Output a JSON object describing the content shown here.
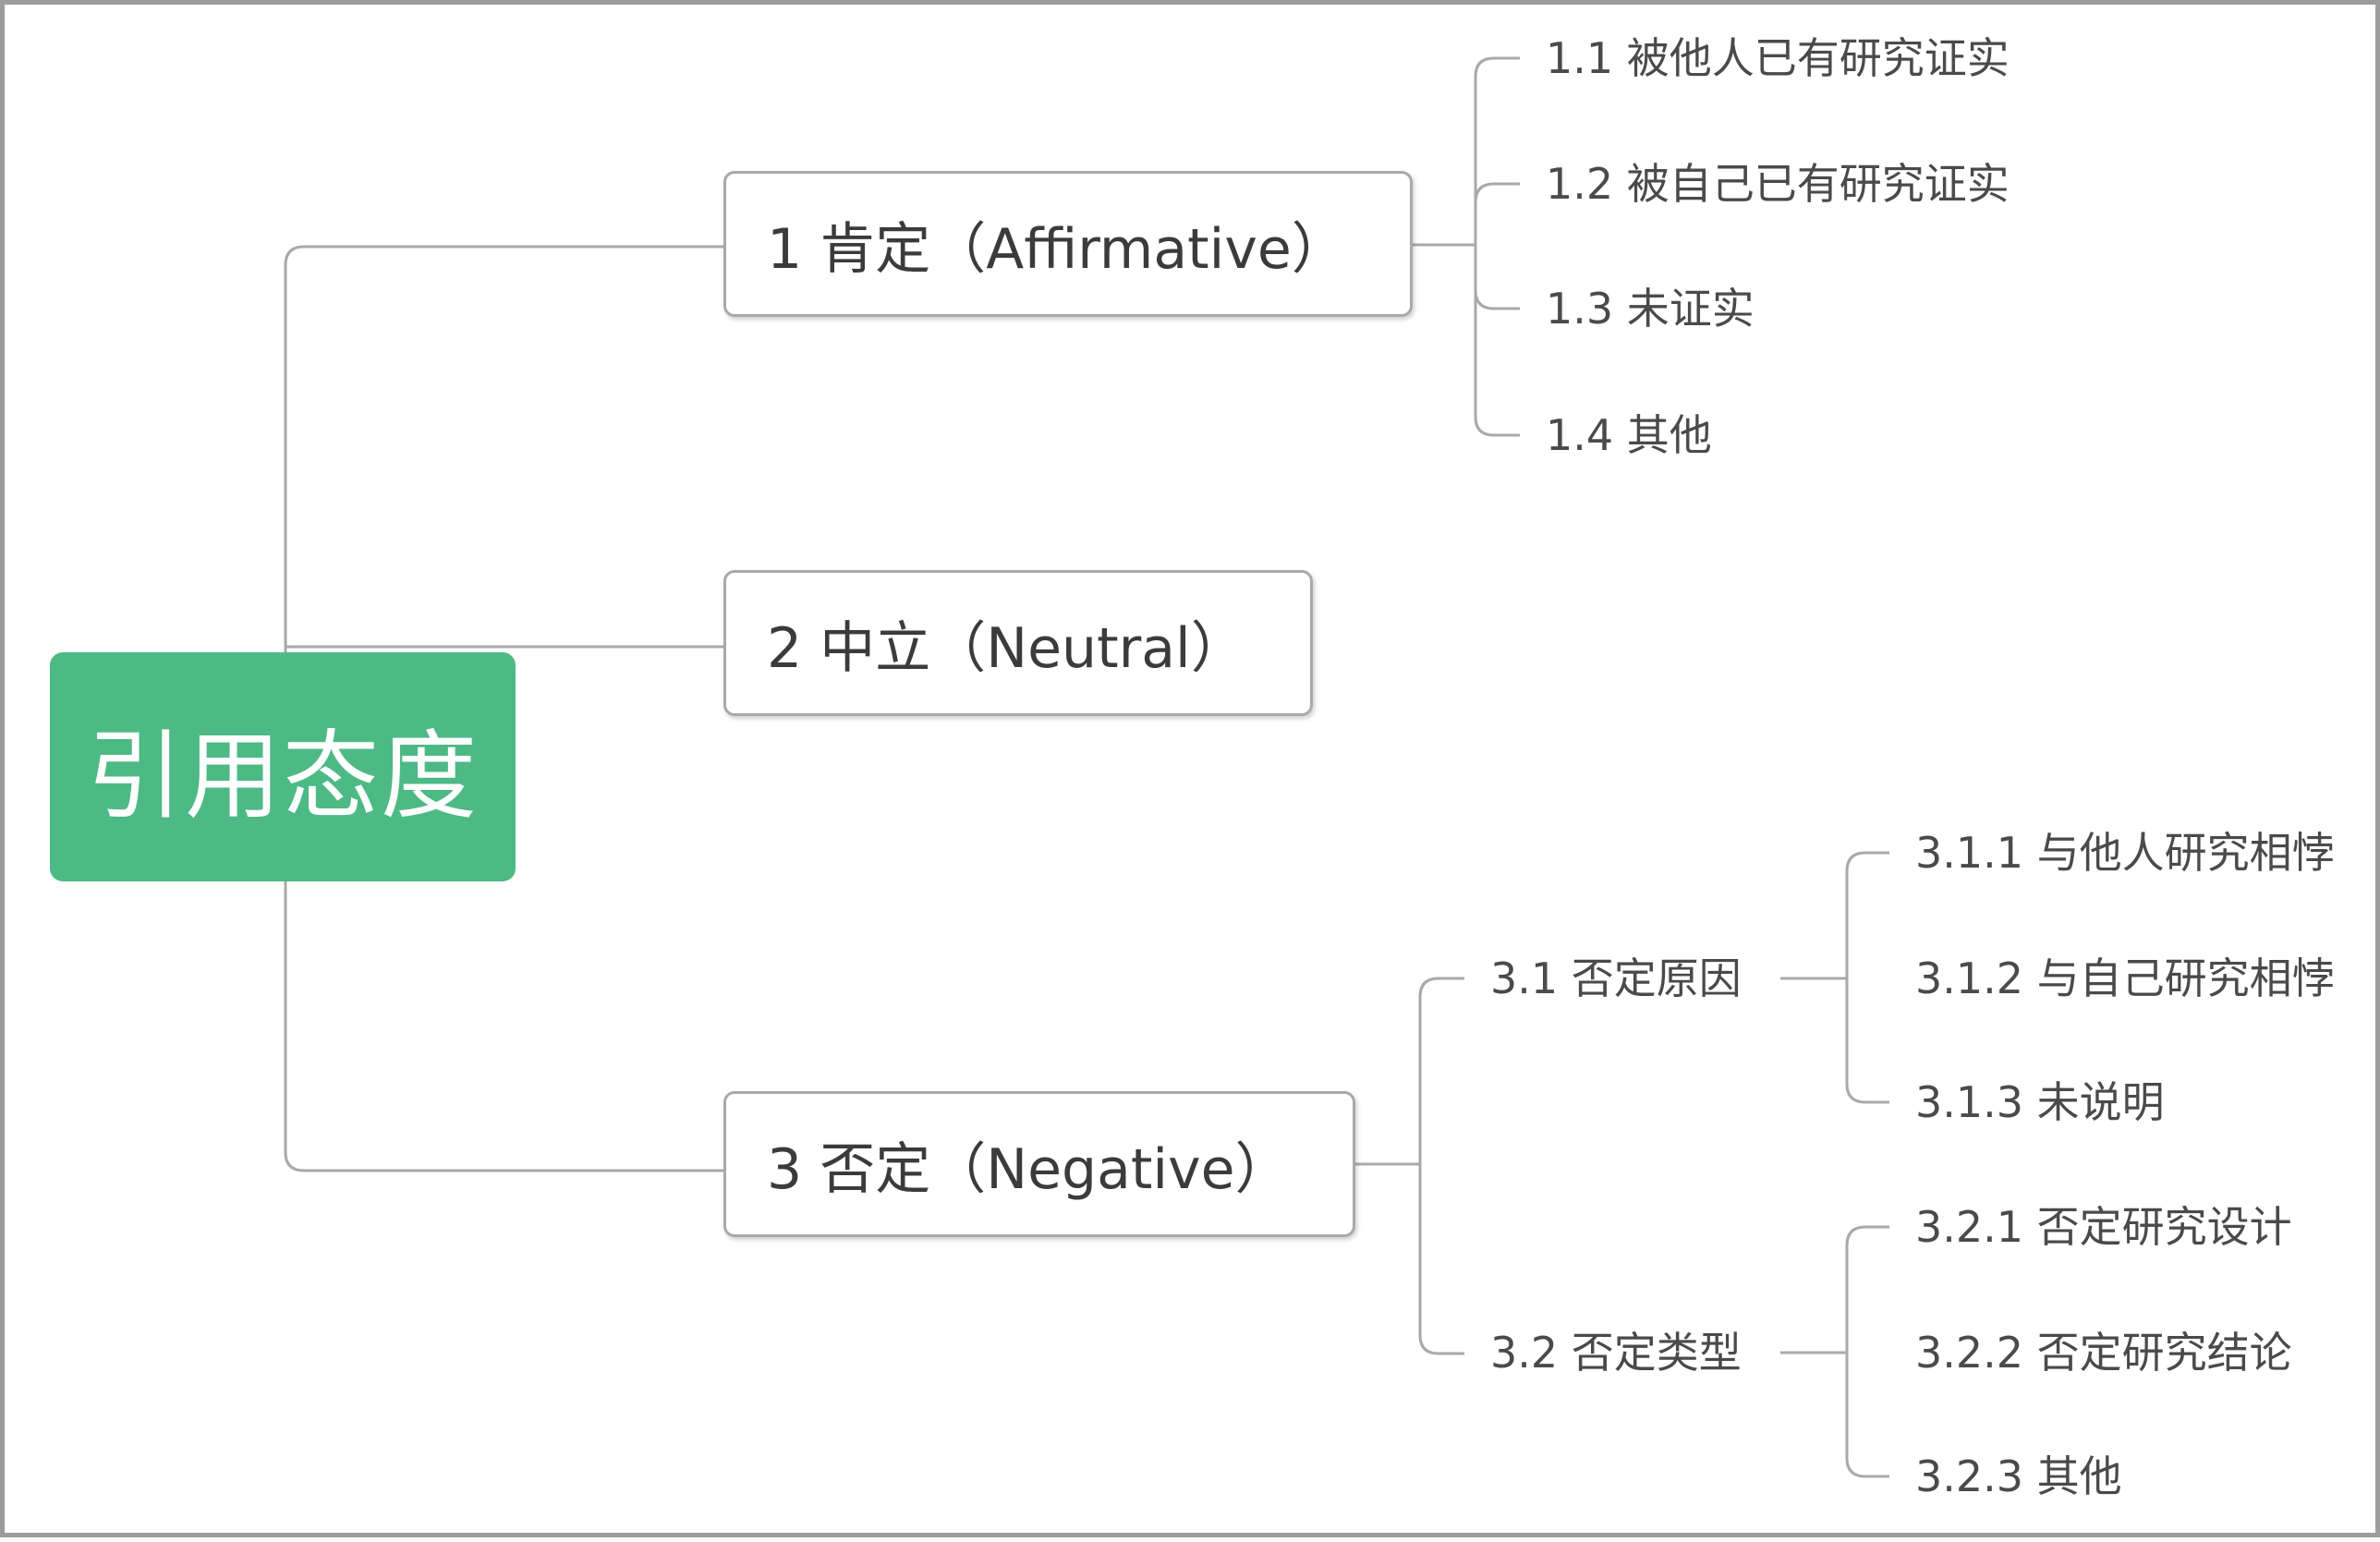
{
  "root": {
    "label": "引用态度"
  },
  "branches": [
    {
      "label": "1 肯定（Affirmative）",
      "children": [
        {
          "label": "1.1 被他人已有研究证实"
        },
        {
          "label": "1.2 被自己已有研究证实"
        },
        {
          "label": "1.3 未证实"
        },
        {
          "label": "1.4 其他"
        }
      ]
    },
    {
      "label": "2 中立（Neutral）"
    },
    {
      "label": "3 否定（Negative）",
      "children": [
        {
          "label": "3.1 否定原因",
          "children": [
            {
              "label": "3.1.1 与他人研究相悖"
            },
            {
              "label": "3.1.2 与自己研究相悖"
            },
            {
              "label": "3.1.3 未说明"
            }
          ]
        },
        {
          "label": "3.2 否定类型",
          "children": [
            {
              "label": "3.2.1 否定研究设计"
            },
            {
              "label": "3.2.2 否定研究结论"
            },
            {
              "label": "3.2.3 其他"
            }
          ]
        }
      ]
    }
  ],
  "colors": {
    "root_fill": "#4dba86",
    "root_text": "#ffffff",
    "connector": "#a9a9a9",
    "node_border": "#a9a9a9",
    "node_text": "#3b3b3b",
    "frame_border": "#9c9c9c"
  }
}
